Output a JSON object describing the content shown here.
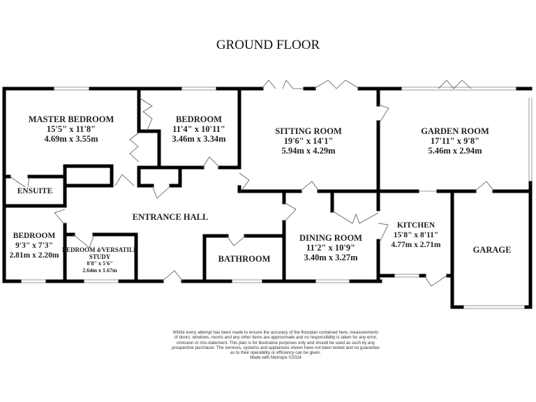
{
  "title": "GROUND FLOOR",
  "rooms": {
    "master_bedroom": {
      "name": "MASTER BEDROOM",
      "imperial": "15'5\"  x 11'8\"",
      "metric": "4.69m  x 3.55m"
    },
    "bedroom2": {
      "name": "BEDROOM",
      "imperial": "11'4\"  x 10'11\"",
      "metric": "3.46m  x 3.34m"
    },
    "sitting_room": {
      "name": "SITTING ROOM",
      "imperial": "19'6\"  x 14'1\"",
      "metric": "5.94m  x 4.29m"
    },
    "garden_room": {
      "name": "GARDEN ROOM",
      "imperial": "17'11\"  x 9'8\"",
      "metric": "5.46m  x 2.94m"
    },
    "ensuite": {
      "name": "ENSUITE"
    },
    "entrance_hall": {
      "name": "ENTRANCE HALL"
    },
    "bedroom3": {
      "name": "BEDROOM",
      "imperial": "9'3\"  x 7'3\"",
      "metric": "2.81m  x 2.20m"
    },
    "study": {
      "name": "BEDROOM 4/VERSATILE",
      "name2": "STUDY",
      "imperial": "8'8\"  x 5'6\"",
      "metric": "2.64m  x 1.67m"
    },
    "bathroom": {
      "name": "BATHROOM"
    },
    "dining_room": {
      "name": "DINING ROOM",
      "imperial": "11'2\"  x 10'9\"",
      "metric": "3.40m  x 3.27m"
    },
    "kitchen": {
      "name": "KITCHEN",
      "imperial": "15'8\"  x 8'11\"",
      "metric": "4.77m  x 2.71m"
    },
    "garage": {
      "name": "GARAGE"
    }
  },
  "disclaimer": {
    "lines": [
      "Whilst every attempt has been made to ensure the accuracy of the floorplan contained here, measurements",
      "of doors, windows, rooms and any other items are approximate and no responsibility is taken for any error,",
      "omission or mis-statement. This plan is for illustrative purposes only and should be used as such by any",
      "prospective purchaser. The services, systems and appliances shown have not been tested and no guarantee",
      "as to their operability or efficiency can be given."
    ],
    "credit": "Made with Metropix ©2024"
  }
}
